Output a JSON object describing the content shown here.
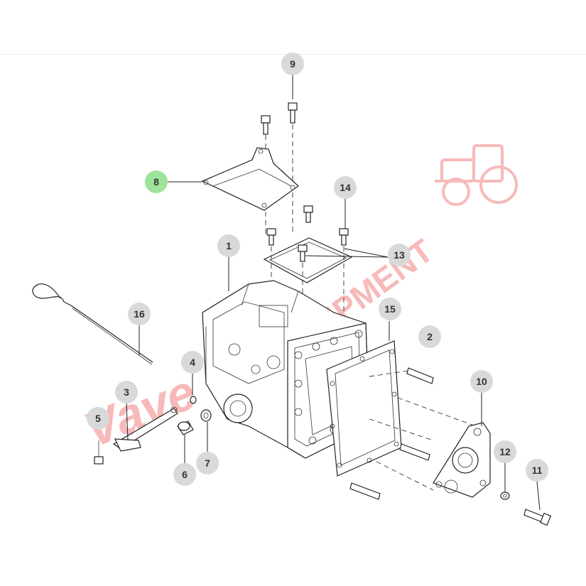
{
  "diagram": {
    "callouts": [
      {
        "id": "1",
        "label": "1",
        "active": false
      },
      {
        "id": "2",
        "label": "2",
        "active": false
      },
      {
        "id": "3",
        "label": "3",
        "active": false
      },
      {
        "id": "4",
        "label": "4",
        "active": false
      },
      {
        "id": "5",
        "label": "5",
        "active": false
      },
      {
        "id": "6",
        "label": "6",
        "active": false
      },
      {
        "id": "7",
        "label": "7",
        "active": false
      },
      {
        "id": "8",
        "label": "8",
        "active": true
      },
      {
        "id": "9",
        "label": "9",
        "active": false
      },
      {
        "id": "10",
        "label": "10",
        "active": false
      },
      {
        "id": "11",
        "label": "11",
        "active": false
      },
      {
        "id": "12",
        "label": "12",
        "active": false
      },
      {
        "id": "13",
        "label": "13",
        "active": false
      },
      {
        "id": "14",
        "label": "14",
        "active": false
      },
      {
        "id": "15",
        "label": "15",
        "active": false
      },
      {
        "id": "16",
        "label": "16",
        "active": false
      }
    ],
    "colors": {
      "callout_fill": "#d9d9d9",
      "callout_active_fill": "#9ee39a",
      "line": "#222222",
      "watermark": "#f0a0a0"
    },
    "watermark": {
      "brand_script": "Vave",
      "brand_word": "EQUIPMENT",
      "icon": "tractor-icon"
    }
  }
}
